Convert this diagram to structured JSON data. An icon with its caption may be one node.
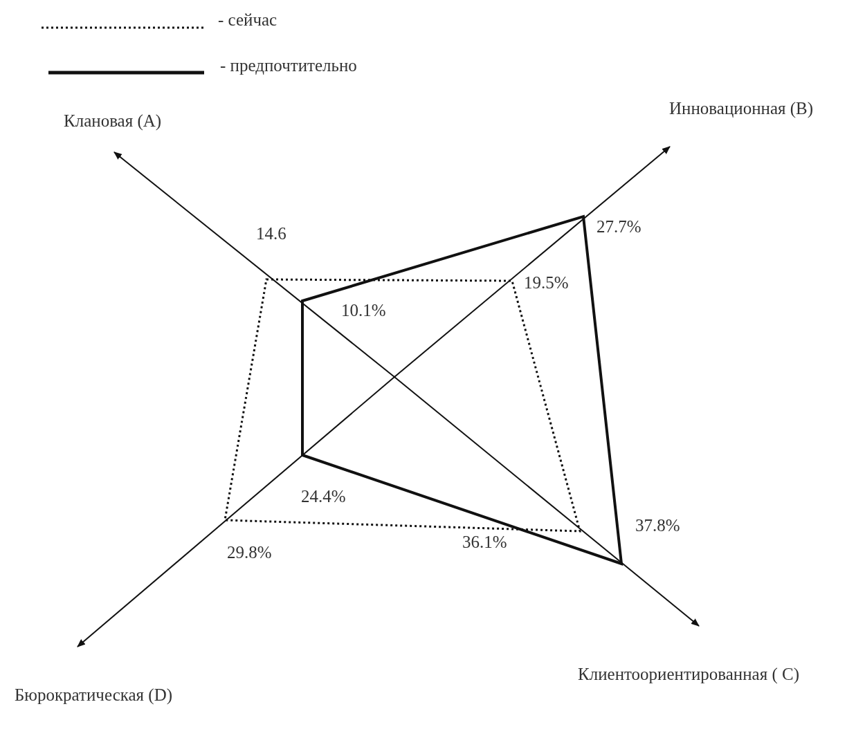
{
  "diagram": {
    "labels": [
      "Клановая (A)",
      "Инновационная (B)",
      "14.6",
      "27.7%",
      "19.5%",
      "10.1%",
      "24.4%",
      "37.8%",
      "29.8%",
      "36.1%",
      "Бюрократическая (D)",
      "Клиентоориентированная ( C)"
    ],
    "legend": [
      {
        "text": "- сейчас"
      },
      {
        "text": "- предпочтительно"
      }
    ]
  }
}
